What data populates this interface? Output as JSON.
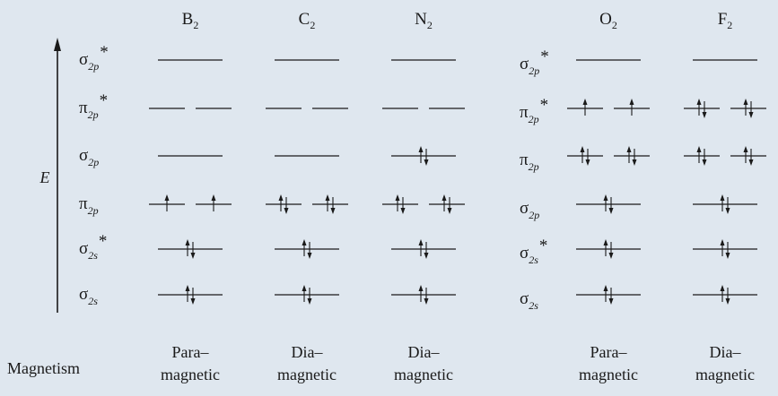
{
  "axis_label": "E",
  "left_levels": [
    {
      "greek": "σ",
      "sub": "2p",
      "star": "*"
    },
    {
      "greek": "π",
      "sub": "2p",
      "star": "*"
    },
    {
      "greek": "σ",
      "sub": "2p",
      "star": ""
    },
    {
      "greek": "π",
      "sub": "2p",
      "star": ""
    },
    {
      "greek": "σ",
      "sub": "2s",
      "star": "*"
    },
    {
      "greek": "σ",
      "sub": "2s",
      "star": ""
    }
  ],
  "right_levels": [
    {
      "greek": "σ",
      "sub": "2p",
      "star": "*"
    },
    {
      "greek": "π",
      "sub": "2p",
      "star": "*"
    },
    {
      "greek": "π",
      "sub": "2p",
      "star": ""
    },
    {
      "greek": "σ",
      "sub": "2p",
      "star": ""
    },
    {
      "greek": "σ",
      "sub": "2s",
      "star": "*"
    },
    {
      "greek": "σ",
      "sub": "2s",
      "star": ""
    }
  ],
  "magnetism_label": "Magnetism",
  "molecules": [
    {
      "element": "B",
      "sub": "2",
      "group": "left",
      "levels": [
        [
          0
        ],
        [
          0,
          0
        ],
        [
          0
        ],
        [
          1,
          1
        ],
        [
          2
        ],
        [
          2
        ]
      ],
      "magnetism": [
        "Para–",
        "magnetic"
      ]
    },
    {
      "element": "C",
      "sub": "2",
      "group": "left",
      "levels": [
        [
          0
        ],
        [
          0,
          0
        ],
        [
          0
        ],
        [
          2,
          2
        ],
        [
          2
        ],
        [
          2
        ]
      ],
      "magnetism": [
        "Dia–",
        "magnetic"
      ]
    },
    {
      "element": "N",
      "sub": "2",
      "group": "left",
      "levels": [
        [
          0
        ],
        [
          0,
          0
        ],
        [
          2
        ],
        [
          2,
          2
        ],
        [
          2
        ],
        [
          2
        ]
      ],
      "magnetism": [
        "Dia–",
        "magnetic"
      ]
    },
    {
      "element": "O",
      "sub": "2",
      "group": "right",
      "levels": [
        [
          0
        ],
        [
          1,
          1
        ],
        [
          2,
          2
        ],
        [
          2
        ],
        [
          2
        ],
        [
          2
        ]
      ],
      "magnetism": [
        "Para–",
        "magnetic"
      ]
    },
    {
      "element": "F",
      "sub": "2",
      "group": "right",
      "levels": [
        [
          0
        ],
        [
          2,
          2
        ],
        [
          2,
          2
        ],
        [
          2
        ],
        [
          2
        ],
        [
          2
        ]
      ],
      "magnetism": [
        "Dia–",
        "magnetic"
      ]
    }
  ]
}
